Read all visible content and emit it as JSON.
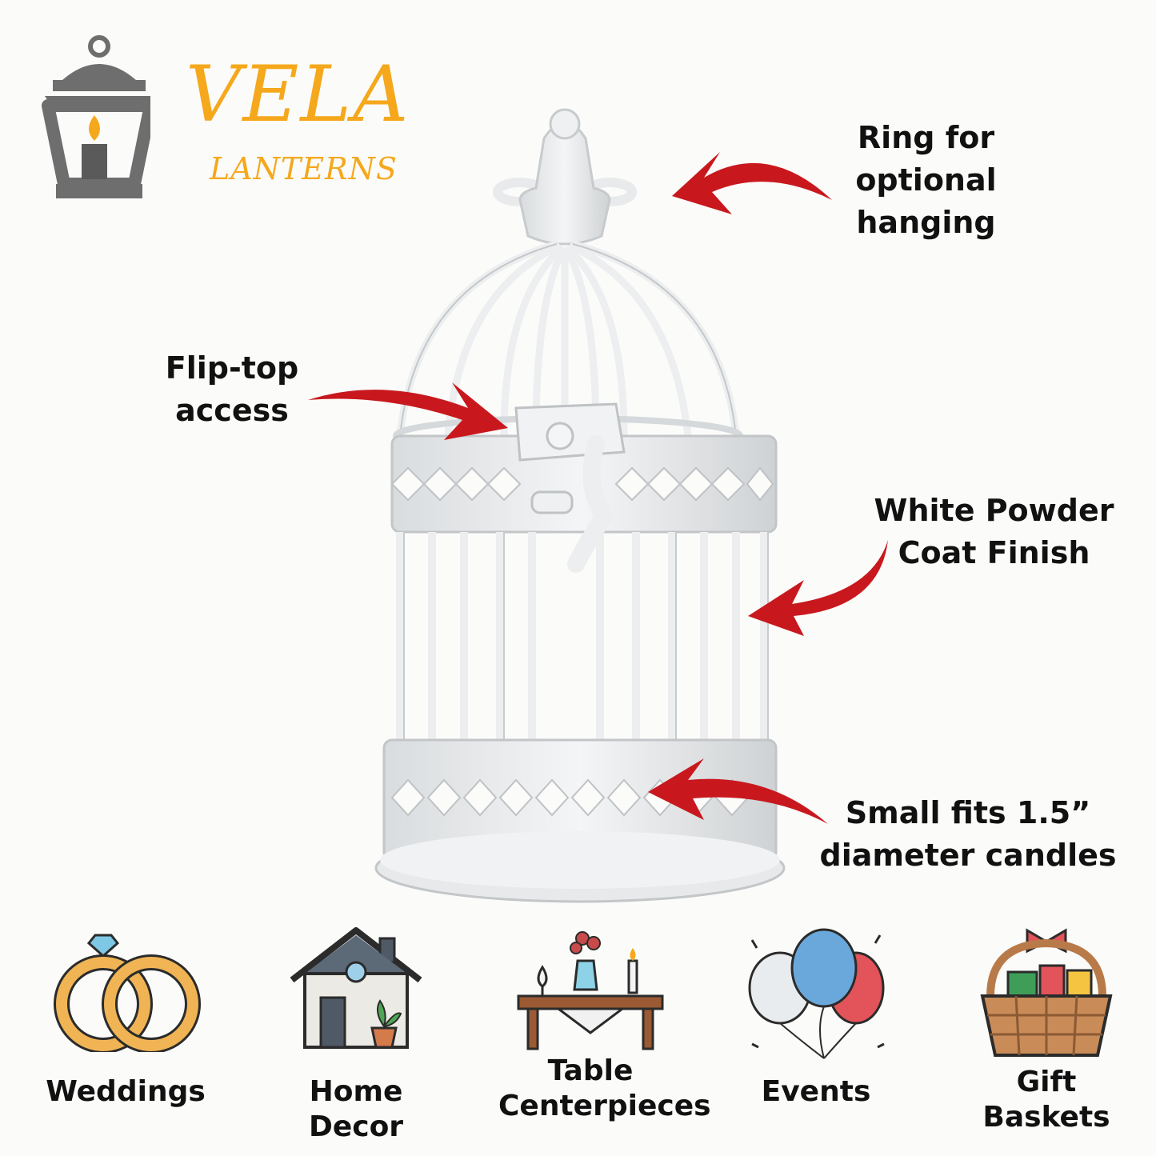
{
  "brand": {
    "name": "VELA",
    "subtitle": "LANTERNS",
    "accent_color": "#f5a81c",
    "logo_icon": "lantern-icon"
  },
  "callouts": {
    "ring": [
      "Ring for",
      "optional",
      "hanging"
    ],
    "flip_top": [
      "Flip-top",
      "access"
    ],
    "finish": [
      "White Powder",
      "Coat Finish"
    ],
    "size": [
      "Small fits 1.5”",
      "diameter candles"
    ]
  },
  "arrow_color": "#c8181e",
  "features": [
    {
      "icon": "wedding-rings-icon",
      "label": [
        "Weddings"
      ]
    },
    {
      "icon": "house-icon",
      "label": [
        "Home Decor"
      ]
    },
    {
      "icon": "table-centerpiece-icon",
      "label": [
        "Table",
        "Centerpieces"
      ]
    },
    {
      "icon": "balloons-icon",
      "label": [
        "Events"
      ]
    },
    {
      "icon": "gift-basket-icon",
      "label": [
        "Gift",
        "Baskets"
      ]
    }
  ]
}
